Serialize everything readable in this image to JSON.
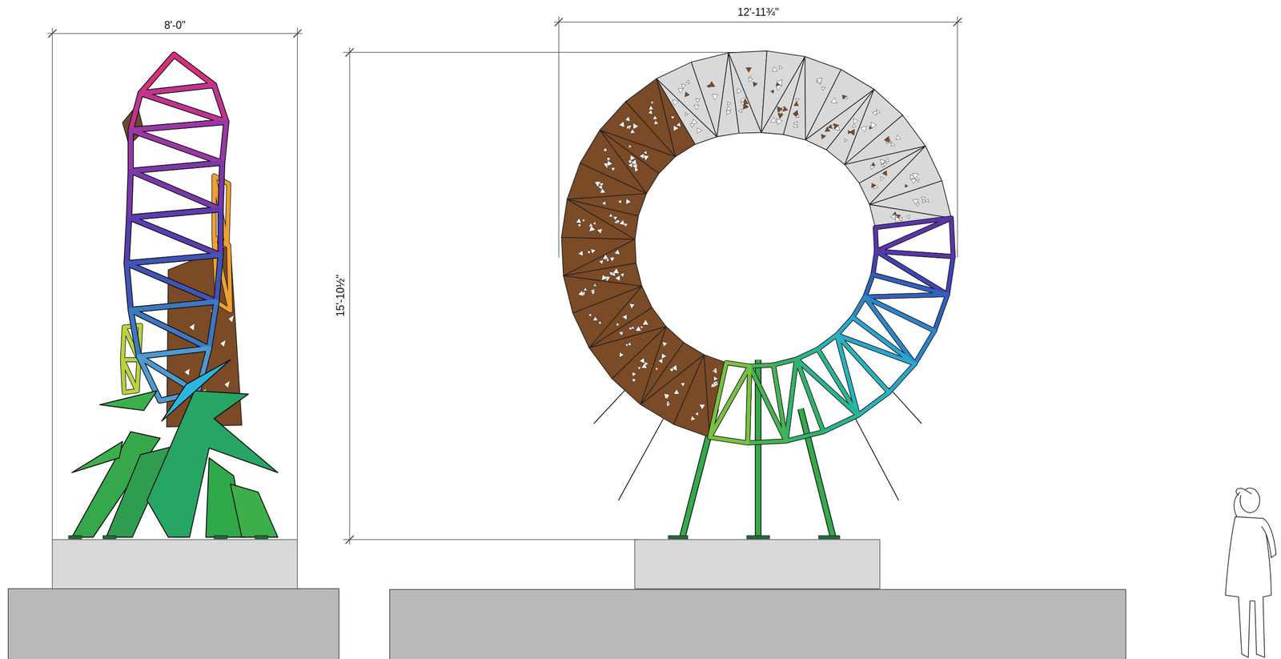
{
  "diagram": {
    "labels": [
      "8'-0\"",
      "12'-11¾\"",
      "15'-10½\""
    ]
  }
}
